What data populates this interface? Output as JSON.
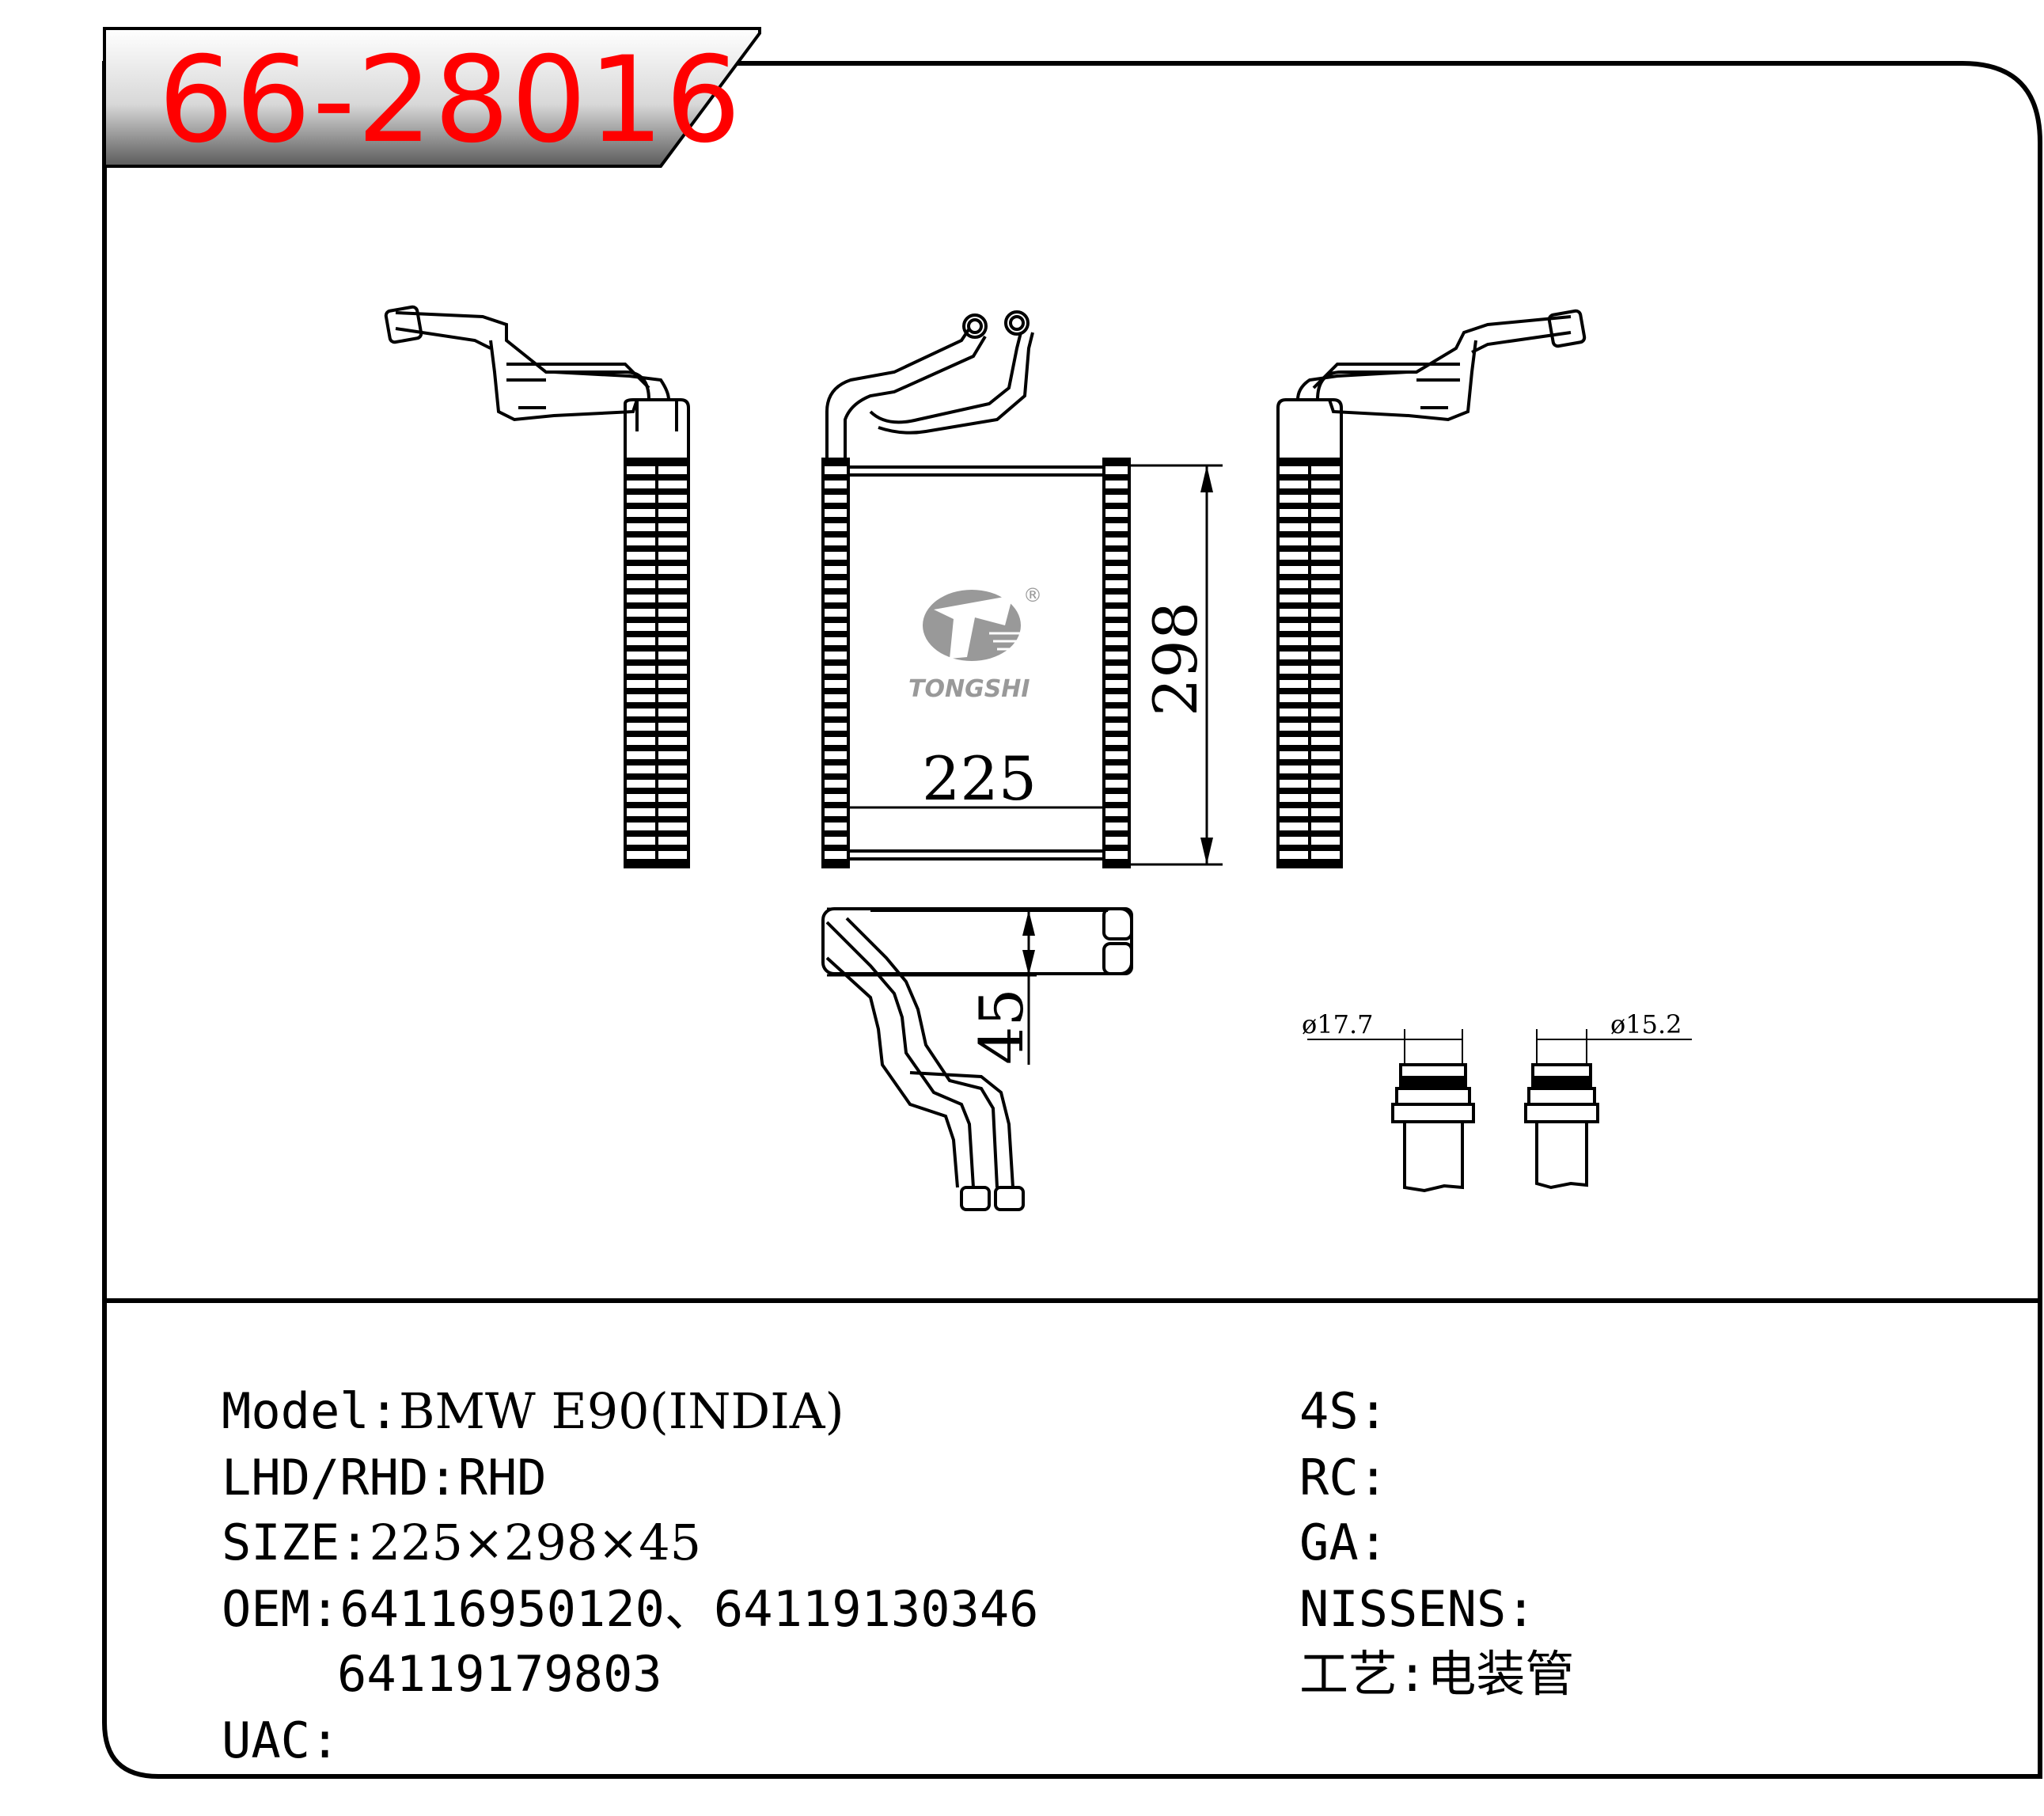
{
  "part_number": "66-28016",
  "drawing": {
    "logo": {
      "brand": "TONGSHI",
      "registered_mark": "®",
      "icon": "tongshi-logo-icon"
    },
    "dimensions": {
      "width": "225",
      "height": "298",
      "depth": "45"
    },
    "pipes": {
      "inlet_diameter": "ø17.7",
      "outlet_diameter": "ø15.2"
    }
  },
  "specs": {
    "model": {
      "label": "Model:",
      "value": "BMW E90(INDIA)"
    },
    "drive": {
      "label": "LHD/RHD:",
      "value": "RHD"
    },
    "size": {
      "label": "SIZE:",
      "value": "225×298×45"
    },
    "oem": {
      "label": "OEM:",
      "value_line1": "64116950120、64119130346",
      "value_line2": "64119179803"
    },
    "uac": {
      "label": "UAC:",
      "value": ""
    }
  },
  "cross_ref": {
    "four_s": {
      "label": "4S:",
      "value": ""
    },
    "rc": {
      "label": "RC:",
      "value": ""
    },
    "ga": {
      "label": "GA:",
      "value": ""
    },
    "nissens": {
      "label": "NISSENS:",
      "value": ""
    },
    "process": {
      "label": "工艺:",
      "value": "电装管"
    }
  },
  "colors": {
    "part_number": "#ff0000",
    "line": "#000000",
    "logo": "#999999"
  }
}
